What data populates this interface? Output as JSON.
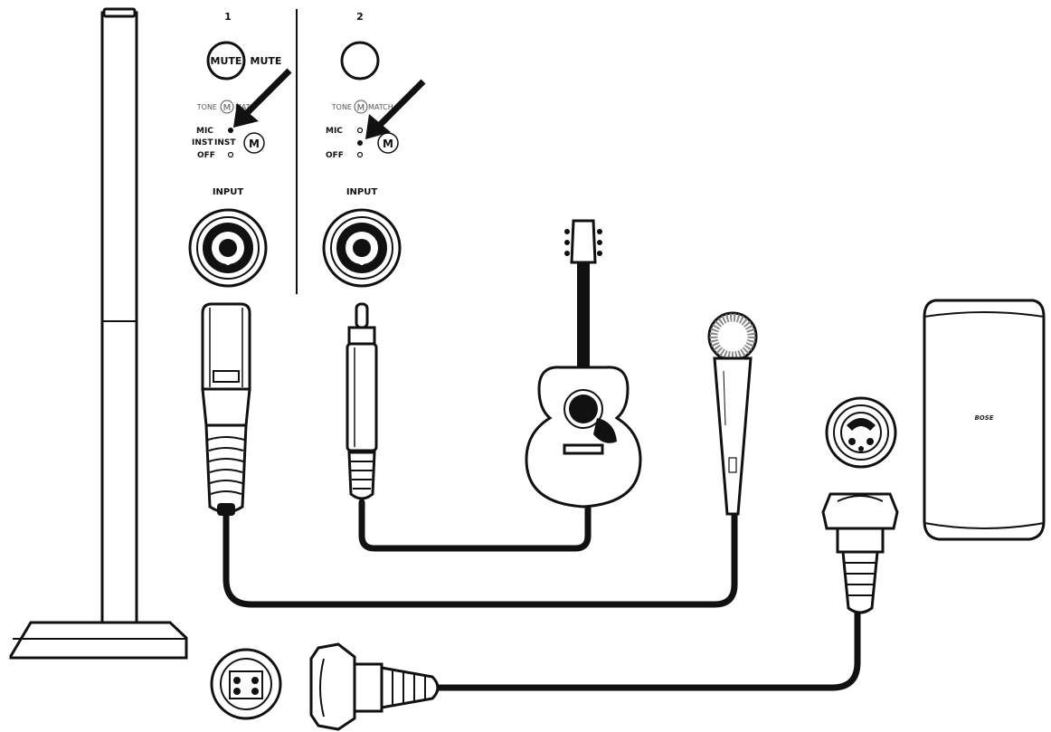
{
  "channels": [
    {
      "number": "1",
      "mute_label": "MUTE",
      "mute_label_ghost": "MUTE",
      "tone_label": "TONE",
      "tone_label_ghost": "MAT",
      "mic_label": "MIC",
      "inst_label": "INST",
      "inst_label_ghost": "INST",
      "off_label": "OFF",
      "input_label": "INPUT",
      "selected_mode": "MIC"
    },
    {
      "number": "2",
      "tone_label": "TONE",
      "tone_label_ghost": "MATCH",
      "mic_label": "MIC",
      "off_label": "OFF",
      "input_label": "INPUT",
      "selected_mode": "INST"
    }
  ],
  "speaker": {
    "brand": "BOSE"
  },
  "icons": [
    "mute-button-icon",
    "tonematch-icon",
    "arrow-icon",
    "combo-input-jack-icon",
    "xlr-plug-icon",
    "quarter-inch-plug-icon",
    "acoustic-guitar-icon",
    "microphone-icon",
    "speaker-icon",
    "power-connector-icon",
    "stand-icon"
  ],
  "colors": {
    "ink": "#111111",
    "background": "#ffffff"
  }
}
